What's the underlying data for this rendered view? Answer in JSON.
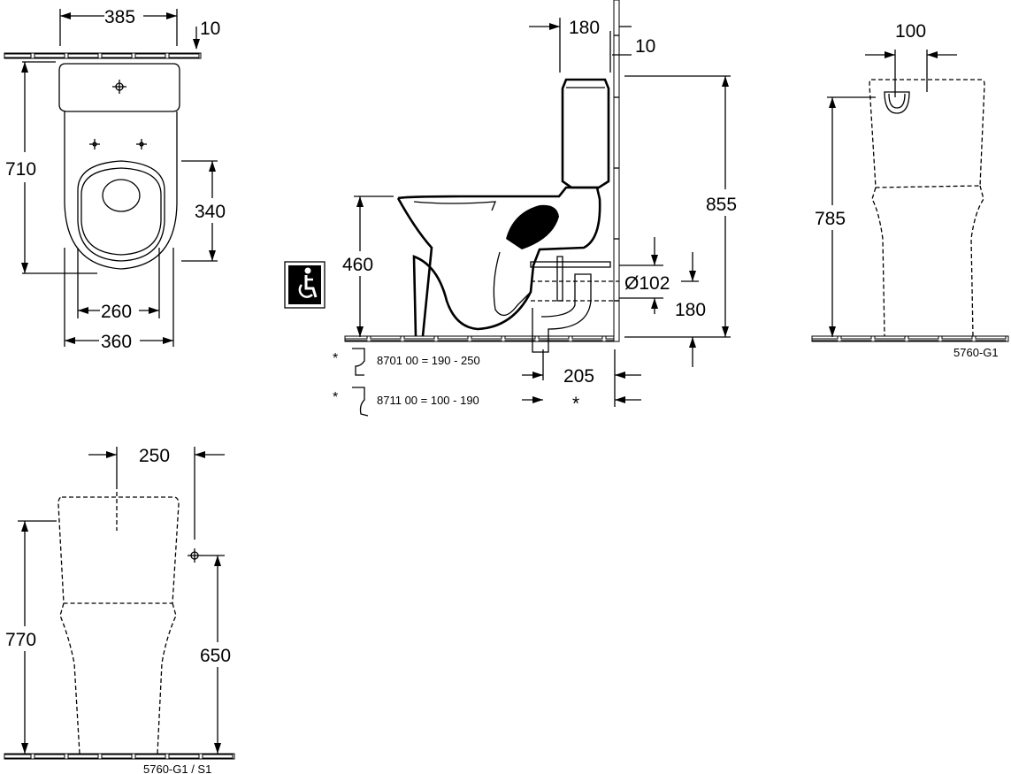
{
  "top_view": {
    "dims": {
      "width_tank": "385",
      "wall_gap": "10",
      "depth_total": "710",
      "seat_depth": "340",
      "inner_width": "260",
      "bowl_width": "360"
    }
  },
  "side_view": {
    "dims": {
      "tank_depth": "180",
      "wall_gap": "10",
      "total_height": "855",
      "seat_height": "460",
      "outlet_diameter": "Ø102",
      "outlet_height": "180",
      "outlet_projection": "205"
    },
    "notes": [
      {
        "marker": "*",
        "text": "8701 00 = 190 -  250"
      },
      {
        "marker": "*",
        "text": "8711 00 =  100 - 190"
      }
    ],
    "star_marker": "*"
  },
  "front_view": {
    "dims": {
      "offset": "100",
      "height": "785"
    },
    "model_code": "5760-G1"
  },
  "rear_view": {
    "dims": {
      "offset": "250",
      "total_height": "770",
      "connection_height": "650"
    },
    "model_code": "5760-G1 / S1"
  },
  "accessibility_icon": "wheelchair-icon"
}
